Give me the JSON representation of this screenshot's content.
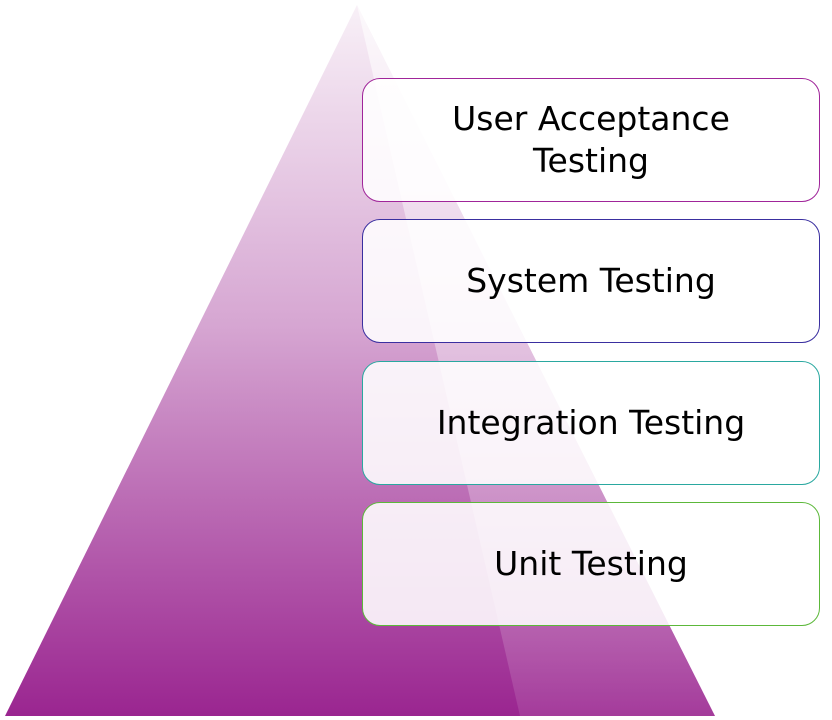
{
  "diagram": {
    "title": "Testing Pyramid",
    "levels": [
      {
        "label": "User Acceptance Testing",
        "border_color": "#a0259a"
      },
      {
        "label": "System Testing",
        "border_color": "#3a2fa0"
      },
      {
        "label": "Integration Testing",
        "border_color": "#2aa8a0"
      },
      {
        "label": "Unit Testing",
        "border_color": "#5cb83a"
      }
    ],
    "colors": {
      "pyramid_top": "#f8f0f7",
      "pyramid_bottom": "#9a2590"
    }
  }
}
